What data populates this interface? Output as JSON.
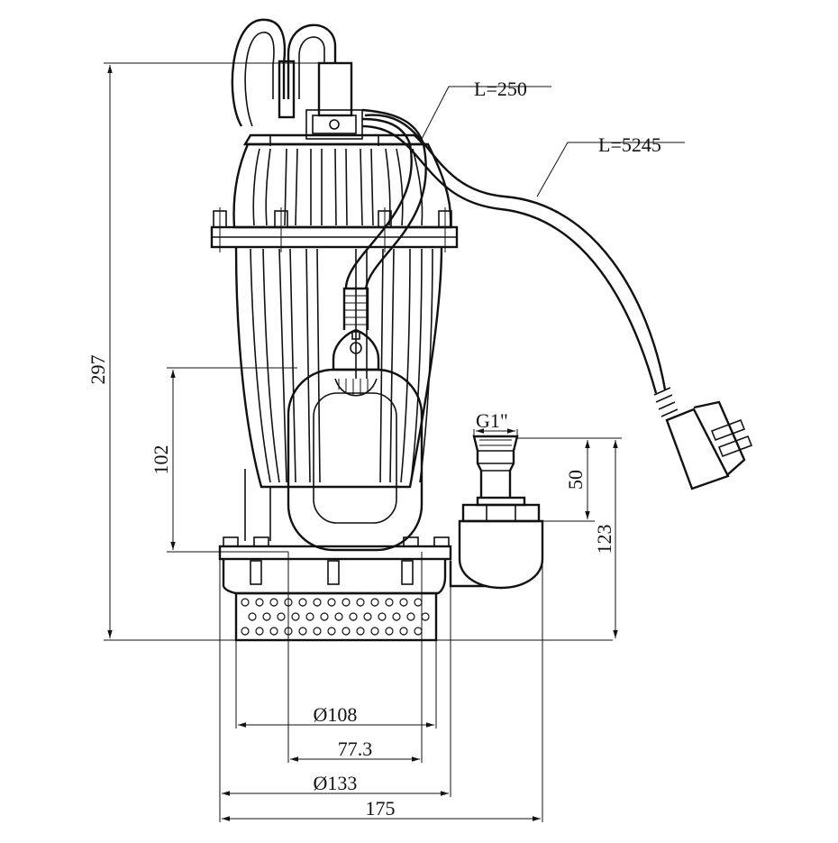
{
  "colors": {
    "line": "#111111",
    "background": "#ffffff"
  },
  "labels": {
    "cable_float": "L=250",
    "cable_power": "L=5245",
    "thread": "G1\"",
    "height_total": "297",
    "height_float": "102",
    "height_outlet": "123",
    "height_nozzle": "50",
    "dia_strainer": "Ø108",
    "width_inner": "77.3",
    "dia_body": "Ø133",
    "width_total": "175"
  }
}
